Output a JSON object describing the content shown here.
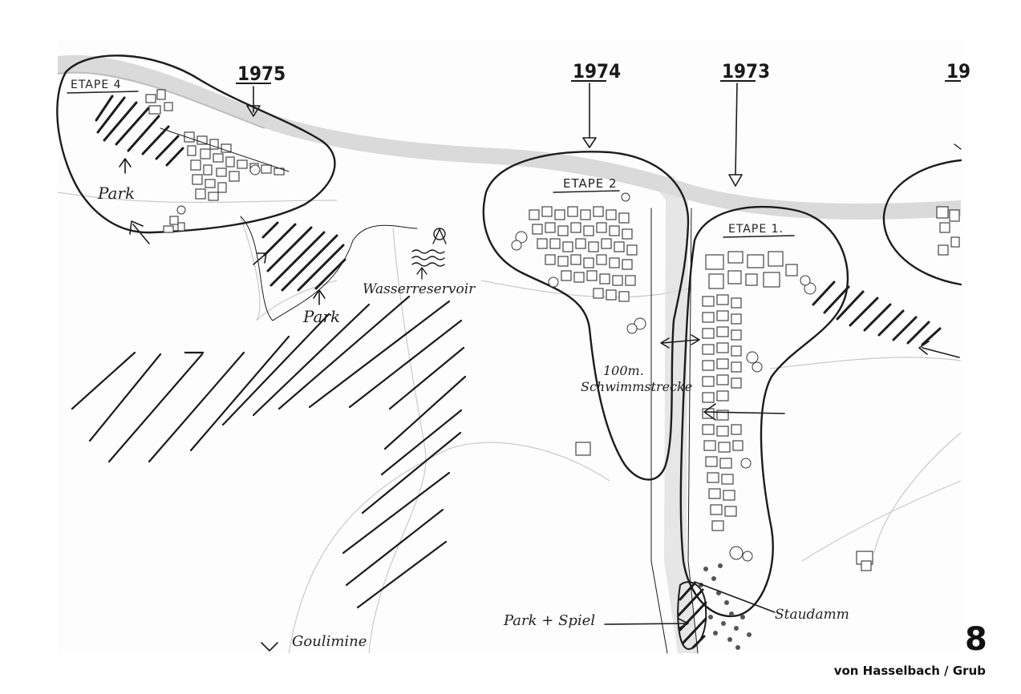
{
  "sheet": {
    "page_number": "8",
    "credit": "von Hasselbach / Grub"
  },
  "years": {
    "y1975": "1975",
    "y1974": "1974",
    "y1973": "1973",
    "y_cut": "19"
  },
  "stages": {
    "etape4": "ETAPE 4",
    "etape2": "ETAPE 2",
    "etape1": "ETAPE 1."
  },
  "labels": {
    "park_1": "Park",
    "park_2": "Park",
    "reservoir": "Wasserreservoir",
    "swim_line1": "100m.",
    "swim_line2": "Schwimmstrecke",
    "park_spiel": "Park + Spiel",
    "staudamm": "Staudamm",
    "goulimine": "Goulimine"
  },
  "colors": {
    "ink": "#1c1c1c",
    "river": "#cfcfcf",
    "paper": "#ffffff"
  }
}
